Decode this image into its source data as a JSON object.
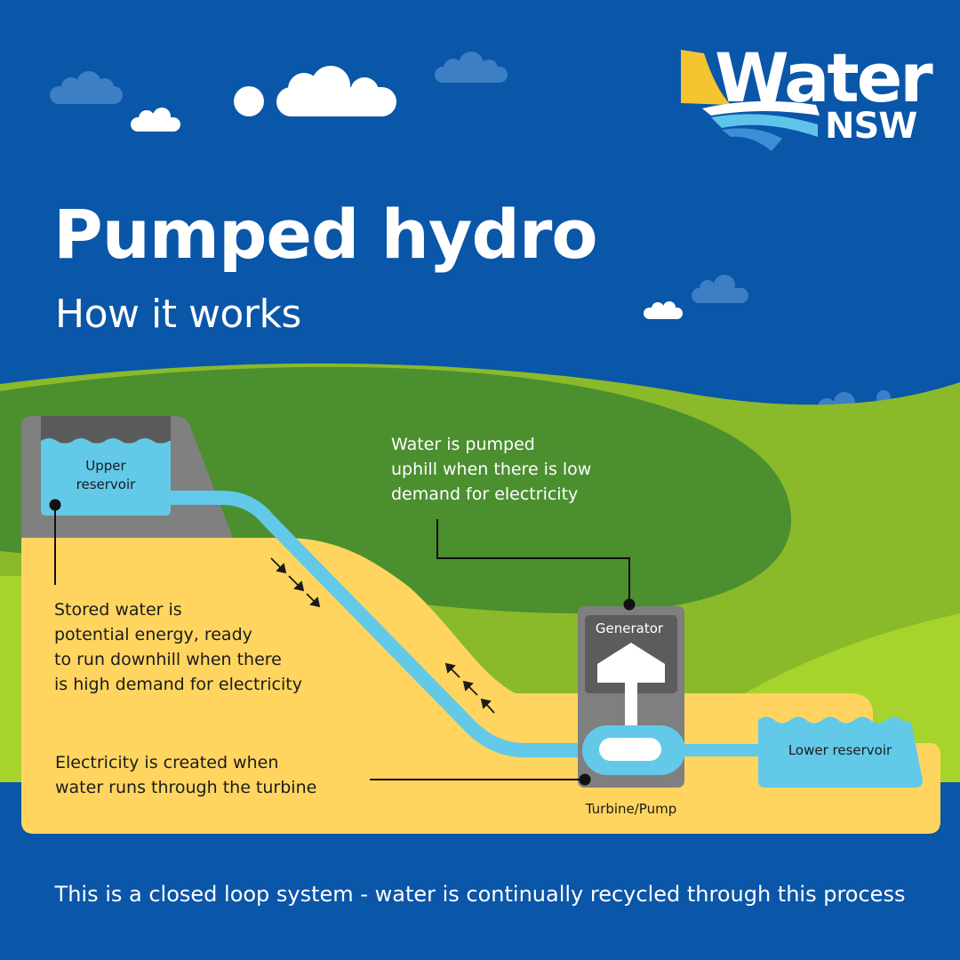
{
  "title": "Pumped hydro",
  "subtitle": "How it works",
  "logo": {
    "word": "Water",
    "region": "NSW"
  },
  "annotations": {
    "pumped_uphill": "Water is pumped\nuphill when there is low\ndemand for electricity",
    "stored_water": "Stored water is\npotential energy, ready\nto run downhill when there\nis high demand for electricity",
    "electricity_created": "Electricity is created when\nwater runs through the turbine"
  },
  "labels": {
    "upper_reservoir": "Upper\nreservoir",
    "lower_reservoir": "Lower reservoir",
    "generator": "Generator",
    "turbine_pump": "Turbine/Pump"
  },
  "footer": "This is a closed loop system - water is continually recycled through this process",
  "colors": {
    "sky": "#0a56a8",
    "hill_dark": "#4b8f2f",
    "hill_light": "#8aba2a",
    "hill_lime": "#a6d42c",
    "ground": "#ffd560",
    "water": "#62c9e9",
    "rock": "#808080",
    "powerhouse": "#7f7f7f",
    "logo_yellow": "#f4c431"
  }
}
